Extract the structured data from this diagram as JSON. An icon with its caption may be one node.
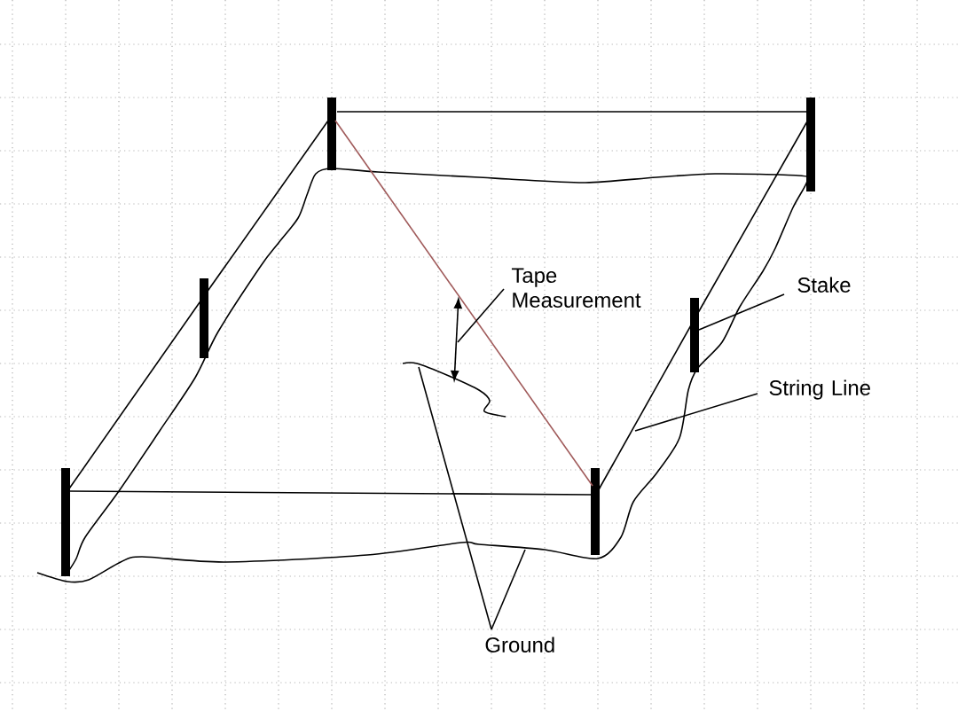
{
  "diagram": {
    "nodes": [
      {
        "text": [
          "Tape Measurement"
        ]
      },
      {
        "text": [
          "Stake"
        ]
      },
      {
        "text": [
          "String Line"
        ]
      },
      {
        "text": [
          "Ground"
        ]
      },
      {
        "text": [],
        "shape": "bar"
      },
      {
        "text": [],
        "shape": "bar"
      },
      {
        "text": [],
        "shape": "bar"
      },
      {
        "text": [],
        "shape": "bar"
      },
      {
        "text": [],
        "shape": "bar"
      },
      {
        "text": [],
        "shape": "bar"
      }
    ],
    "edges": [
      {
        "from": 4,
        "to": 5,
        "arrow": "none"
      },
      {
        "from": 4,
        "to": 6,
        "arrow": "none"
      },
      {
        "from": 6,
        "to": 8,
        "arrow": "none"
      },
      {
        "from": 5,
        "to": 7,
        "arrow": "none"
      },
      {
        "from": 7,
        "to": 9,
        "arrow": "none"
      },
      {
        "from": 8,
        "to": 9,
        "arrow": "none"
      },
      {
        "from": 4,
        "to": 9,
        "arrow": "none",
        "color": "#a05a5a"
      },
      {
        "from": 0,
        "to": null,
        "arrow": "none"
      },
      {
        "from": 1,
        "to": 7,
        "arrow": "none"
      },
      {
        "from": 2,
        "to": null,
        "arrow": "none"
      },
      {
        "from": 3,
        "to": null,
        "arrow": "none"
      },
      {
        "from": 3,
        "to": null,
        "arrow": "none"
      }
    ]
  }
}
